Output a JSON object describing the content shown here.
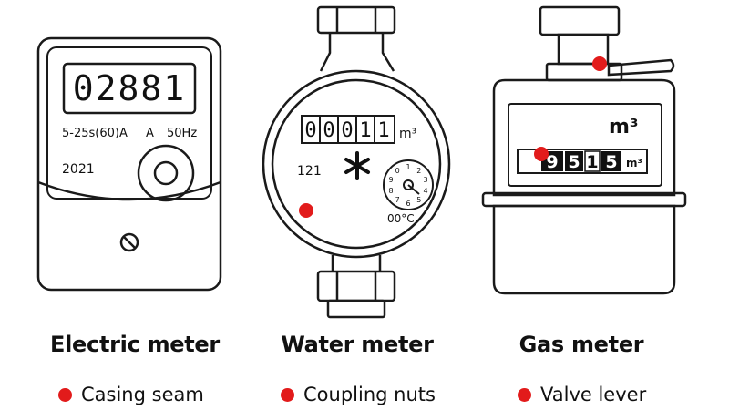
{
  "colors": {
    "marker": "#e21b1b",
    "stroke": "#1a1a1a",
    "display_dark": "#111111"
  },
  "electric": {
    "caption": "Electric meter",
    "display": "02881",
    "rating": "5-25s(60)A",
    "unit_a": "A",
    "freq": "50Hz",
    "year": "2021",
    "legend": "Casing seam"
  },
  "water": {
    "caption": "Water meter",
    "digits": [
      "0",
      "0",
      "0",
      "1",
      "1"
    ],
    "unit": "m³",
    "number": "121",
    "temp": "00°C",
    "dial_numbers": [
      "1",
      "2",
      "3",
      "4",
      "5",
      "6",
      "7",
      "8",
      "9",
      "0"
    ],
    "legend": "Coupling nuts"
  },
  "gas": {
    "caption": "Gas meter",
    "unit_header": "m³",
    "digits": [
      "9",
      "5",
      "1",
      "5"
    ],
    "unit_small": "m³",
    "legend": "Valve lever"
  }
}
